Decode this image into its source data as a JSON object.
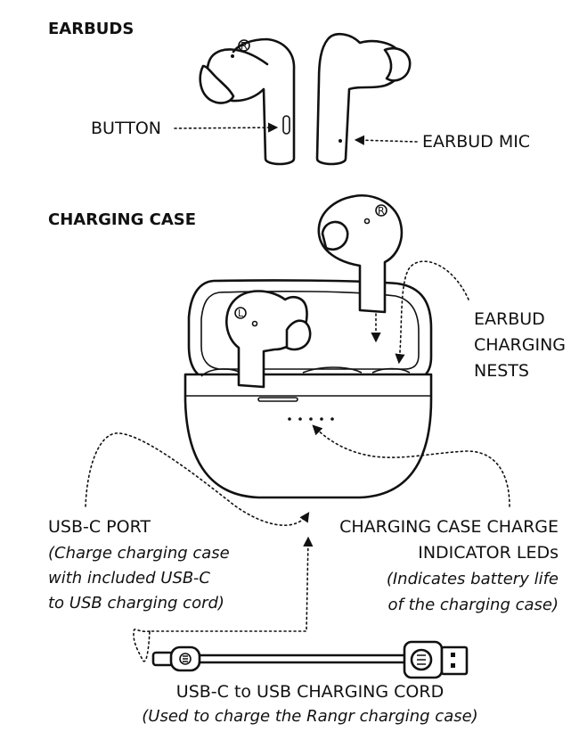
{
  "sections": {
    "earbuds_heading": "EARBUDS",
    "case_heading": "CHARGING CASE"
  },
  "earbuds": {
    "left_mark": "L",
    "right_mark": "R",
    "button_label": "BUTTON",
    "mic_label": "EARBUD MIC"
  },
  "case": {
    "nests_label": [
      "EARBUD",
      "CHARGING",
      "NESTS"
    ],
    "usbc_port": {
      "title": "USB-C PORT",
      "note": [
        "(Charge charging case",
        "with included USB-C",
        "to USB charging cord)"
      ]
    },
    "leds": {
      "title": [
        "CHARGING CASE CHARGE",
        "INDICATOR LEDs"
      ],
      "note": [
        "(Indicates battery life",
        "of the charging case)"
      ]
    }
  },
  "cord": {
    "title": "USB-C to USB CHARGING CORD",
    "note": "(Used to charge the Rangr charging case)"
  }
}
